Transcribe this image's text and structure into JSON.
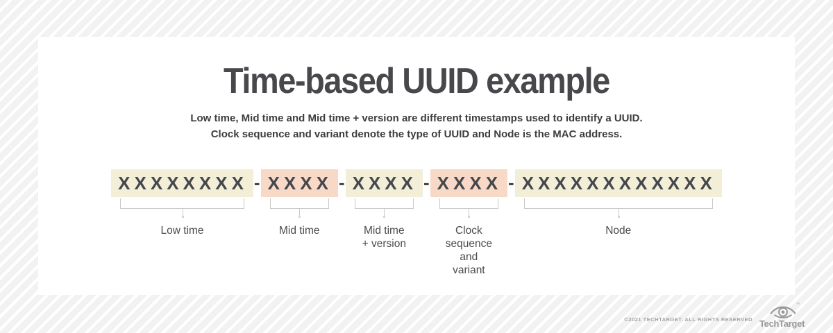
{
  "header": {
    "title": "Time-based UUID example",
    "subtitle_line1": "Low time, Mid time and Mid time + version are different timestamps used to identify a UUID.",
    "subtitle_line2": "Clock sequence and variant denote the type of UUID and Node is the MAC address."
  },
  "uuid": {
    "separator": "-",
    "segments": [
      {
        "chars": "XXXXXXXX",
        "label": "Low time",
        "color": "cream"
      },
      {
        "chars": "XXXX",
        "label": "Mid time",
        "color": "pink"
      },
      {
        "chars": "XXXX",
        "label": "Mid time\n+ version",
        "color": "cream"
      },
      {
        "chars": "XXXX",
        "label": "Clock\nsequence\nand\nvariant",
        "color": "pink"
      },
      {
        "chars": "XXXXXXXXXXXX",
        "label": "Node",
        "color": "cream"
      }
    ]
  },
  "footer": {
    "copyright": "©2021 TECHTARGET. ALL RIGHTS RESERVED",
    "brand": "TechTarget",
    "trademark": "™"
  },
  "colors": {
    "cream": "#f3eed8",
    "pink": "#f8d9c7",
    "text_dark": "#45474c",
    "bracket_line": "#c9c9c9",
    "logo_gray": "#97979b"
  }
}
